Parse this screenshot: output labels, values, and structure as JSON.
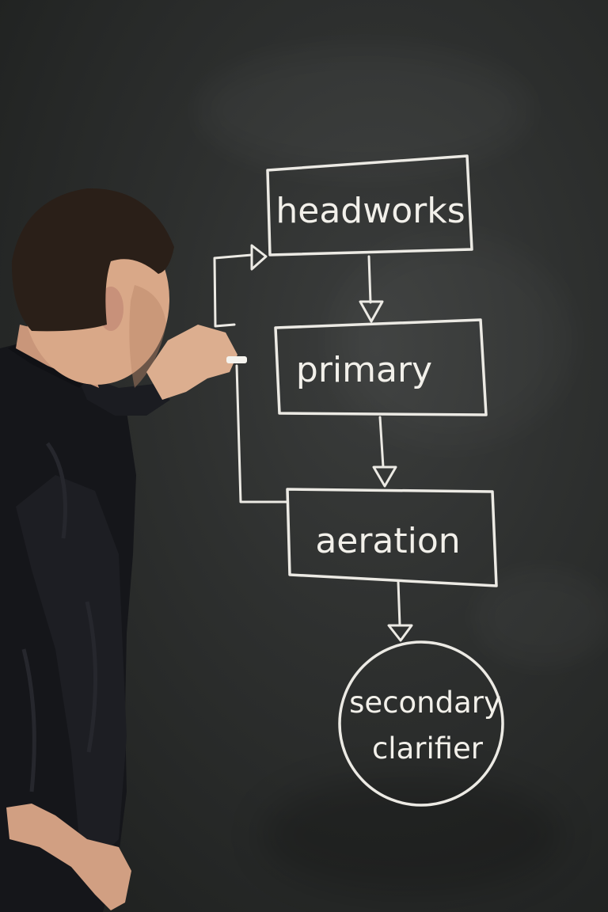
{
  "diagram": {
    "nodes": [
      {
        "id": "headworks",
        "label": "headworks",
        "shape": "rectangle"
      },
      {
        "id": "primary",
        "label": "primary",
        "shape": "rectangle"
      },
      {
        "id": "aeration",
        "label": "aeration",
        "shape": "rectangle"
      },
      {
        "id": "secondary-clarifier",
        "label_line_1": "secondary",
        "label_line_2": "clarifier",
        "shape": "circle"
      }
    ],
    "edges": [
      {
        "from": "headworks",
        "to": "primary"
      },
      {
        "from": "primary",
        "to": "aeration"
      },
      {
        "from": "aeration",
        "to": "secondary-clarifier"
      },
      {
        "from": "aeration",
        "to": "headworks",
        "kind": "return-loop"
      }
    ]
  },
  "colors": {
    "chalkboard": "#2e302f",
    "chalk": "#eceae4",
    "shirt": "#15161a",
    "skin": "#d9a888",
    "hair": "#2a1f18"
  }
}
